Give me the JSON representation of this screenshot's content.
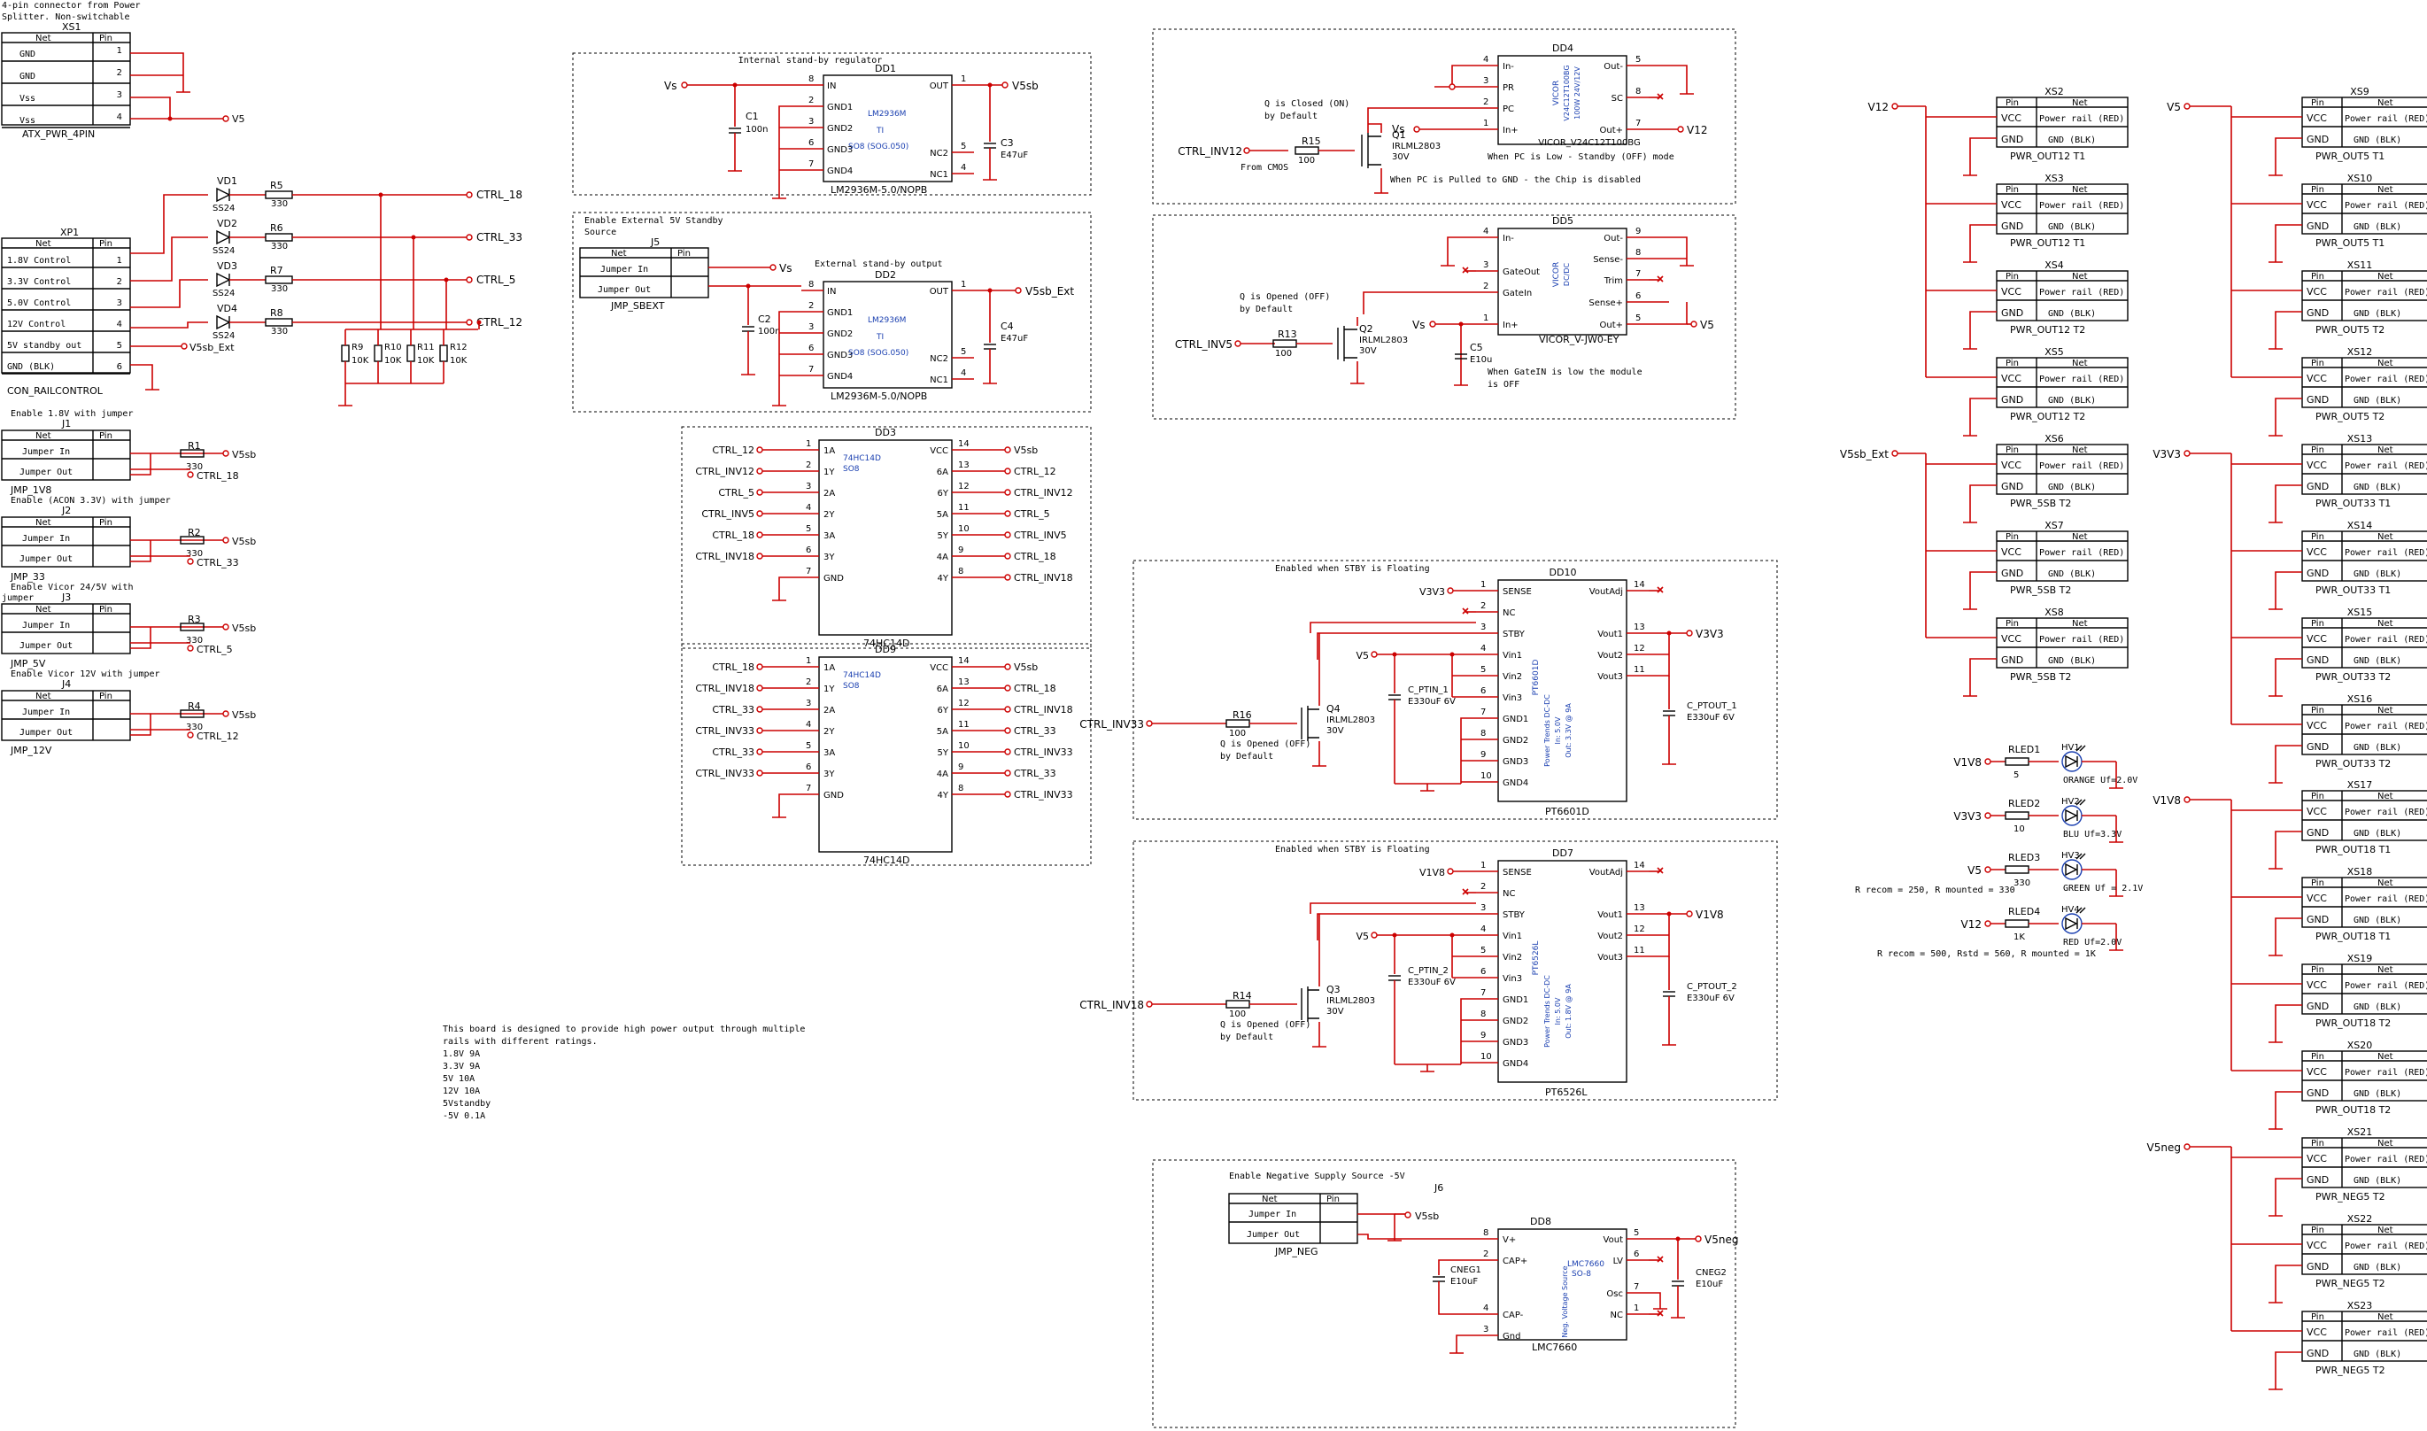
{
  "connector_xs1": {
    "note1": "4-pin connector from Power",
    "note2": "Splitter. Non-switchable",
    "ref": "XS1",
    "hdr_net": "Net",
    "hdr_pin": "Pin",
    "rows": [
      {
        "net": "GND",
        "pin": "1"
      },
      {
        "net": "GND",
        "pin": "2"
      },
      {
        "net": "Vss",
        "pin": "3"
      },
      {
        "net": "Vss",
        "pin": "4"
      }
    ],
    "name": "ATX_PWR_4PIN",
    "out": "V5"
  },
  "connector_xp1": {
    "ref": "XP1",
    "hdr_net": "Net",
    "hdr_pin": "Pin",
    "rows": [
      {
        "net": "1.8V Control",
        "pin": "1"
      },
      {
        "net": "3.3V Control",
        "pin": "2"
      },
      {
        "net": "5.0V Control",
        "pin": "3"
      },
      {
        "net": "12V Control",
        "pin": "4"
      },
      {
        "net": "5V standby out",
        "pin": "5"
      },
      {
        "net": "GND (BLK)",
        "pin": "6"
      }
    ],
    "name": "CON_RAILCONTROL",
    "v5sb": "V5sb_Ext"
  },
  "diodes": [
    {
      "ref": "VD1",
      "part": "SS24",
      "r": "R5",
      "val": "330",
      "net": "CTRL_18"
    },
    {
      "ref": "VD2",
      "part": "SS24",
      "r": "R6",
      "val": "330",
      "net": "CTRL_33"
    },
    {
      "ref": "VD3",
      "part": "SS24",
      "r": "R7",
      "val": "330",
      "net": "CTRL_5"
    },
    {
      "ref": "VD4",
      "part": "SS24",
      "r": "R8",
      "val": "330",
      "net": "CTRL_12"
    }
  ],
  "pulldowns": [
    {
      "ref": "R9",
      "val": "10K"
    },
    {
      "ref": "R10",
      "val": "10K"
    },
    {
      "ref": "R11",
      "val": "10K"
    },
    {
      "ref": "R12",
      "val": "10K"
    }
  ],
  "jumpers": [
    {
      "note": "Enable 1.8V with jumper",
      "ref": "J1",
      "r": "R1",
      "val": "330",
      "out": "CTRL_18",
      "name": "JMP_1V8"
    },
    {
      "note": "Enable (ACON 3.3V) with jumper",
      "ref": "J2",
      "r": "R2",
      "val": "330",
      "out": "CTRL_33",
      "name": "JMP_33"
    },
    {
      "note": "Enable Vicor 24/5V with",
      "note2": "jumper",
      "ref": "J3",
      "r": "R3",
      "val": "330",
      "out": "CTRL_5",
      "name": "JMP_5V"
    },
    {
      "note": "Enable Vicor 12V with jumper",
      "ref": "J4",
      "r": "R4",
      "val": "330",
      "out": "CTRL_12",
      "name": "JMP_12V"
    }
  ],
  "jumper_common": {
    "hdr_net": "Net",
    "hdr_pin": "Pin",
    "in": "Jumper In",
    "out": "Jumper Out",
    "v5sb": "V5sb"
  },
  "dd1": {
    "title": "Internal stand-by regulator",
    "ref": "DD1",
    "part": "LM2936M",
    "mfr": "TI",
    "pkg": "SO8 (SOG.050)",
    "name": "LM2936M-5.0/NOPB",
    "in_net": "Vs",
    "out_net": "V5sb",
    "c1": "C1",
    "c1v": "100n",
    "c3": "C3",
    "c3v": "E47uF",
    "pins_l": [
      {
        "n": "8",
        "t": "IN"
      },
      {
        "n": "2",
        "t": "GND1"
      },
      {
        "n": "3",
        "t": "GND2"
      },
      {
        "n": "6",
        "t": "GND3"
      },
      {
        "n": "7",
        "t": "GND4"
      }
    ],
    "pins_r": [
      {
        "n": "1",
        "t": "OUT"
      },
      {
        "n": "5",
        "t": "NC2"
      },
      {
        "n": "4",
        "t": "NC1"
      }
    ]
  },
  "dd2": {
    "title": "External stand-by output",
    "note1": "Enable External 5V Standby",
    "note2": "Source",
    "jref": "J5",
    "jname": "JMP_SBEXT",
    "vs": "Vs",
    "ref": "DD2",
    "part": "LM2936M",
    "mfr": "TI",
    "pkg": "SO8 (SOG.050)",
    "name": "LM2936M-5.0/NOPB",
    "out_net": "V5sb_Ext",
    "c2": "C2",
    "c2v": "100n",
    "c4": "C4",
    "c4v": "E47uF"
  },
  "dd3": {
    "ref": "DD3",
    "part": "74HC14D",
    "pkg": "SO8",
    "name": "74HC14D",
    "vcc": "V5sb",
    "in": [
      {
        "p": "1",
        "t": "1A",
        "net": "CTRL_12"
      },
      {
        "p": "2",
        "t": "1Y",
        "net": "CTRL_INV12"
      },
      {
        "p": "3",
        "t": "2A",
        "net": "CTRL_5"
      },
      {
        "p": "4",
        "t": "2Y",
        "net": "CTRL_INV5"
      },
      {
        "p": "5",
        "t": "3A",
        "net": "CTRL_18"
      },
      {
        "p": "6",
        "t": "3Y",
        "net": "CTRL_INV18"
      },
      {
        "p": "7",
        "t": "GND",
        "net": ""
      }
    ],
    "out": [
      {
        "p": "14",
        "t": "VCC",
        "net": "V5sb"
      },
      {
        "p": "13",
        "t": "6A",
        "net": "CTRL_12"
      },
      {
        "p": "12",
        "t": "6Y",
        "net": "CTRL_INV12"
      },
      {
        "p": "11",
        "t": "5A",
        "net": "CTRL_5"
      },
      {
        "p": "10",
        "t": "5Y",
        "net": "CTRL_INV5"
      },
      {
        "p": "9",
        "t": "4A",
        "net": "CTRL_18"
      },
      {
        "p": "8",
        "t": "4Y",
        "net": "CTRL_INV18"
      }
    ]
  },
  "dd9": {
    "ref": "DD9",
    "part": "74HC14D",
    "pkg": "SO8",
    "name": "74HC14D",
    "in": [
      {
        "p": "1",
        "t": "1A",
        "net": "CTRL_18"
      },
      {
        "p": "2",
        "t": "1Y",
        "net": "CTRL_INV18"
      },
      {
        "p": "3",
        "t": "2A",
        "net": "CTRL_33"
      },
      {
        "p": "4",
        "t": "2Y",
        "net": "CTRL_INV33"
      },
      {
        "p": "5",
        "t": "3A",
        "net": "CTRL_33"
      },
      {
        "p": "6",
        "t": "3Y",
        "net": "CTRL_INV33"
      },
      {
        "p": "7",
        "t": "GND",
        "net": ""
      }
    ],
    "out": [
      {
        "p": "14",
        "t": "VCC",
        "net": "V5sb"
      },
      {
        "p": "13",
        "t": "6A",
        "net": "CTRL_18"
      },
      {
        "p": "12",
        "t": "6Y",
        "net": "CTRL_INV18"
      },
      {
        "p": "11",
        "t": "5A",
        "net": "CTRL_33"
      },
      {
        "p": "10",
        "t": "5Y",
        "net": "CTRL_INV33"
      },
      {
        "p": "9",
        "t": "4A",
        "net": "CTRL_33"
      },
      {
        "p": "8",
        "t": "4Y",
        "net": "CTRL_INV33"
      }
    ]
  },
  "dd4": {
    "ref": "DD4",
    "note1": "Q is Closed (ON)",
    "note2": "by Default",
    "note3": "From CMOS",
    "note4": "When PC is Low - Standby (OFF) mode",
    "note5": "When PC is Pulled to GND - the Chip is disabled",
    "ctrl": "CTRL_INV12",
    "r": "R15",
    "rv": "100",
    "q": "Q1",
    "qp": "IRLML2803",
    "qv": "30V",
    "vs": "Vs",
    "out": "V12",
    "name": "VICOR_V24C12T100BG",
    "body1": "VICOR",
    "body2": "V24C12T100BG",
    "body3": "100W 24V/12V",
    "pins_l": [
      {
        "n": "4",
        "t": "In-"
      },
      {
        "n": "3",
        "t": "PR"
      },
      {
        "n": "2",
        "t": "PC"
      },
      {
        "n": "1",
        "t": "In+"
      }
    ],
    "pins_r": [
      {
        "n": "5",
        "t": "Out-"
      },
      {
        "n": "8",
        "t": "SC"
      },
      {
        "n": "7",
        "t": "Out+"
      }
    ]
  },
  "dd5": {
    "ref": "DD5",
    "note1": "Q is Opened (OFF)",
    "note2": "by Default",
    "note3": "When GateIN is low the module",
    "note4": "is OFF",
    "ctrl": "CTRL_INV5",
    "r": "R13",
    "rv": "100",
    "q": "Q2",
    "qp": "IRLML2803",
    "qv": "30V",
    "vs": "Vs",
    "c": "C5",
    "cv": "E10u",
    "out": "V5",
    "name": "VICOR_V-JW0-EY",
    "body1": "VICOR",
    "body2": "DC/DC",
    "pins_l": [
      {
        "n": "4",
        "t": "In-"
      },
      {
        "n": "3",
        "t": "GateOut"
      },
      {
        "n": "2",
        "t": "GateIn"
      },
      {
        "n": "1",
        "t": "In+"
      }
    ],
    "pins_r": [
      {
        "n": "9",
        "t": "Out-"
      },
      {
        "n": "8",
        "t": "Sense-"
      },
      {
        "n": "7",
        "t": "Trim"
      },
      {
        "n": "6",
        "t": "Sense+"
      },
      {
        "n": "5",
        "t": "Out+"
      }
    ]
  },
  "dd10": {
    "ref": "DD10",
    "note": "Enabled when STBY is Floating",
    "ctrl": "CTRL_INV33",
    "r": "R16",
    "rv": "100",
    "q": "Q4",
    "qp": "IRLML2803",
    "qv": "30V",
    "qn1": "Q is Opened (OFF)",
    "qn2": "by Default",
    "sense": "V3V3",
    "vin": "V5",
    "out": "V3V3",
    "cin": "C_PTIN_1",
    "cinv": "E330uF 6V",
    "cout": "C_PTOUT_1",
    "coutv": "E330uF 6V",
    "name": "PT6601D",
    "body1": "PT6601D",
    "body2": "Power Trends DC-DC",
    "body3": "In: 5.0V",
    "body4": "Out: 3.3V @ 9A"
  },
  "dd7": {
    "ref": "DD7",
    "note": "Enabled when STBY is Floating",
    "ctrl": "CTRL_INV18",
    "r": "R14",
    "rv": "100",
    "q": "Q3",
    "qp": "IRLML2803",
    "qv": "30V",
    "qn1": "Q is Opened (OFF)",
    "qn2": "by Default",
    "sense": "V1V8",
    "vin": "V5",
    "out": "V1V8",
    "cin": "C_PTIN_2",
    "cinv": "E330uF 6V",
    "cout": "C_PTOUT_2",
    "coutv": "E330uF 6V",
    "name": "PT6526L",
    "body1": "PT6526L",
    "body2": "Power Trends DC-DC",
    "body3": "In: 5.0V",
    "body4": "Out: 1.8V @ 9A"
  },
  "pt_pins_l": [
    {
      "n": "1",
      "t": "SENSE"
    },
    {
      "n": "2",
      "t": "NC"
    },
    {
      "n": "3",
      "t": "STBY"
    },
    {
      "n": "4",
      "t": "Vin1"
    },
    {
      "n": "5",
      "t": "Vin2"
    },
    {
      "n": "6",
      "t": "Vin3"
    },
    {
      "n": "7",
      "t": "GND1"
    },
    {
      "n": "8",
      "t": "GND2"
    },
    {
      "n": "9",
      "t": "GND3"
    },
    {
      "n": "10",
      "t": "GND4"
    }
  ],
  "pt_pins_r": [
    {
      "n": "14",
      "t": "VoutAdj"
    },
    {
      "n": "13",
      "t": "Vout1"
    },
    {
      "n": "12",
      "t": "Vout2"
    },
    {
      "n": "11",
      "t": "Vout3"
    }
  ],
  "dd8": {
    "note": "Enable Negative Supply Source -5V",
    "jref": "J6",
    "jname": "JMP_NEG",
    "v5sb": "V5sb",
    "ref": "DD8",
    "part": "LMC7660",
    "pkg": "SO-8",
    "body": "Neg. Voltage Source",
    "name": "LMC7660",
    "c1": "CNEG1",
    "c1v": "E10uF",
    "c2": "CNEG2",
    "c2v": "E10uF",
    "out": "V5neg",
    "pins_l": [
      {
        "n": "8",
        "t": "V+"
      },
      {
        "n": "2",
        "t": "CAP+"
      },
      {
        "n": "4",
        "t": "CAP-"
      },
      {
        "n": "3",
        "t": "Gnd"
      }
    ],
    "pins_r": [
      {
        "n": "5",
        "t": "Vout"
      },
      {
        "n": "6",
        "t": "LV"
      },
      {
        "n": "7",
        "t": "Osc"
      },
      {
        "n": "1",
        "t": "NC"
      }
    ]
  },
  "leds": [
    {
      "net": "V1V8",
      "r": "RLED1",
      "rv": "5",
      "hv": "HV1",
      "desc": "ORANGE Uf=2.0V"
    },
    {
      "net": "V3V3",
      "r": "RLED2",
      "rv": "10",
      "hv": "HV2",
      "desc": "BLU Uf=3.3V"
    },
    {
      "net": "V5",
      "r": "RLED3",
      "rv": "330",
      "hv": "HV3",
      "desc": "GREEN Uf = 2.1V"
    },
    {
      "net": "V12",
      "r": "RLED4",
      "rv": "1K",
      "hv": "HV4",
      "desc": "RED Uf=2.0V"
    }
  ],
  "led_notes": {
    "n1": "R recom = 250, R mounted = 330",
    "n2": "R recom = 500, Rstd = 560, R mounted = 1K"
  },
  "out_conn": {
    "hdr_pin": "Pin",
    "hdr_net": "Net",
    "vcc": "VCC",
    "gnd": "GND",
    "rail": "Power rail (RED)",
    "gndt": "GND (BLK)"
  },
  "out_left": [
    {
      "group": "V12",
      "items": [
        {
          "ref": "XS2",
          "name": "PWR_OUT12 T1"
        },
        {
          "ref": "XS3",
          "name": "PWR_OUT12 T1"
        },
        {
          "ref": "XS4",
          "name": "PWR_OUT12 T2"
        },
        {
          "ref": "XS5",
          "name": "PWR_OUT12 T2"
        }
      ]
    },
    {
      "group": "V5sb_Ext",
      "items": [
        {
          "ref": "XS6",
          "name": "PWR_5SB T2"
        },
        {
          "ref": "XS7",
          "name": "PWR_5SB T2"
        },
        {
          "ref": "XS8",
          "name": "PWR_5SB T2"
        }
      ]
    }
  ],
  "out_right": [
    {
      "group": "V5",
      "items": [
        {
          "ref": "XS9",
          "name": "PWR_OUT5 T1"
        },
        {
          "ref": "XS10",
          "name": "PWR_OUT5 T1"
        },
        {
          "ref": "XS11",
          "name": "PWR_OUT5 T2"
        },
        {
          "ref": "XS12",
          "name": "PWR_OUT5 T2"
        }
      ]
    },
    {
      "group": "V3V3",
      "items": [
        {
          "ref": "XS13",
          "name": "PWR_OUT33 T1"
        },
        {
          "ref": "XS14",
          "name": "PWR_OUT33 T1"
        },
        {
          "ref": "XS15",
          "name": "PWR_OUT33 T2"
        },
        {
          "ref": "XS16",
          "name": "PWR_OUT33 T2"
        }
      ]
    },
    {
      "group": "V1V8",
      "items": [
        {
          "ref": "XS17",
          "name": "PWR_OUT18 T1"
        },
        {
          "ref": "XS18",
          "name": "PWR_OUT18 T1"
        },
        {
          "ref": "XS19",
          "name": "PWR_OUT18 T2"
        },
        {
          "ref": "XS20",
          "name": "PWR_OUT18 T2"
        }
      ]
    },
    {
      "group": "V5neg",
      "items": [
        {
          "ref": "XS21",
          "name": "PWR_NEG5 T2"
        },
        {
          "ref": "XS22",
          "name": "PWR_NEG5 T2"
        },
        {
          "ref": "XS23",
          "name": "PWR_NEG5 T2"
        }
      ]
    }
  ],
  "description": {
    "l1": "This board is designed to provide high power output through multiple",
    "l2": "rails with different ratings.",
    "l3": "1.8V 9A",
    "l4": "3.3V 9A",
    "l5": "5V 10A",
    "l6": "12V 10A",
    "l7": "5Vstandby",
    "l8": "-5V 0.1A"
  }
}
